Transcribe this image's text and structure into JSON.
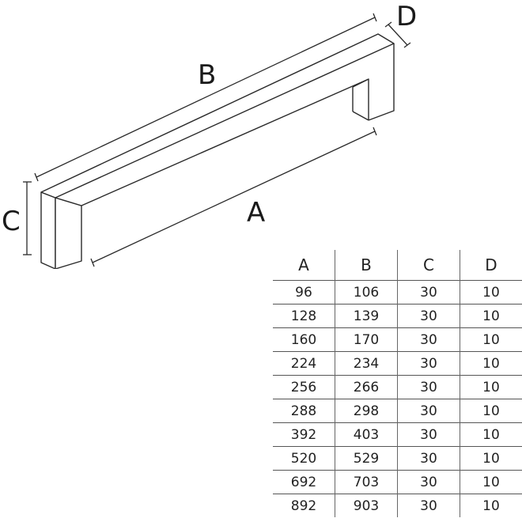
{
  "labels": {
    "a": "A",
    "b": "B",
    "c": "C",
    "d": "D"
  },
  "table": {
    "headers": [
      "A",
      "B",
      "C",
      "D"
    ],
    "rows": [
      [
        "96",
        "106",
        "30",
        "10"
      ],
      [
        "128",
        "139",
        "30",
        "10"
      ],
      [
        "160",
        "170",
        "30",
        "10"
      ],
      [
        "224",
        "234",
        "30",
        "10"
      ],
      [
        "256",
        "266",
        "30",
        "10"
      ],
      [
        "288",
        "298",
        "30",
        "10"
      ],
      [
        "392",
        "403",
        "30",
        "10"
      ],
      [
        "520",
        "529",
        "30",
        "10"
      ],
      [
        "692",
        "703",
        "30",
        "10"
      ],
      [
        "892",
        "903",
        "30",
        "10"
      ]
    ]
  },
  "colors": {
    "line": "#2a2a2a",
    "divider": "#555555"
  }
}
